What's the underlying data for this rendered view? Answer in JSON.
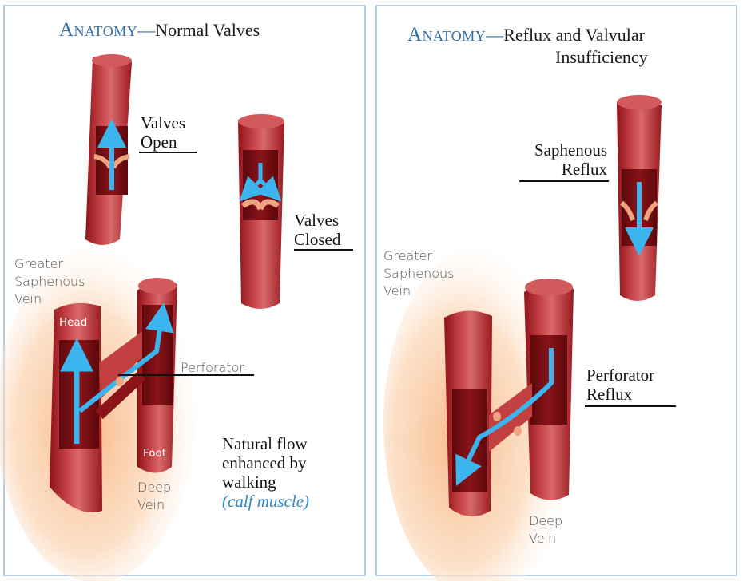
{
  "colors": {
    "vein_dark": "#8f1318",
    "vein_mid": "#c33a3f",
    "vein_light": "#e28a88",
    "interior": "#7a0e13",
    "arrow": "#3cb4ee",
    "glow": "#f9c69a",
    "title_accent": "#2f70a8",
    "panel_border": "#b9cde0"
  },
  "left_panel": {
    "title_brand": "Anatomy",
    "title_dash": "—",
    "title_rest": "Normal Valves",
    "valves_open": [
      "Valves",
      "Open"
    ],
    "valves_closed": [
      "Valves",
      "Closed"
    ],
    "greater_saphenous": [
      "Greater",
      "Saphenous",
      "Vein"
    ],
    "head": "Head",
    "foot": "Foot",
    "perforator": "Perforator",
    "deep_vein": [
      "Deep",
      "Vein"
    ],
    "natural_flow": [
      "Natural flow",
      "enhanced by",
      "walking"
    ],
    "calf_muscle": "(calf muscle)"
  },
  "right_panel": {
    "title_brand": "Anatomy",
    "title_dash": "—",
    "title_rest_line1": "Reflux and Valvular",
    "title_rest_line2": "Insufficiency",
    "saphenous_reflux": [
      "Saphenous",
      "Reflux"
    ],
    "greater_saphenous": [
      "Greater",
      "Saphenous",
      "Vein"
    ],
    "perforator_reflux": [
      "Perforator",
      "Reflux"
    ],
    "deep_vein": [
      "Deep",
      "Vein"
    ]
  },
  "icons": [
    "vein-illustration",
    "flow-arrow-icon",
    "valve-leaflet-icon"
  ]
}
